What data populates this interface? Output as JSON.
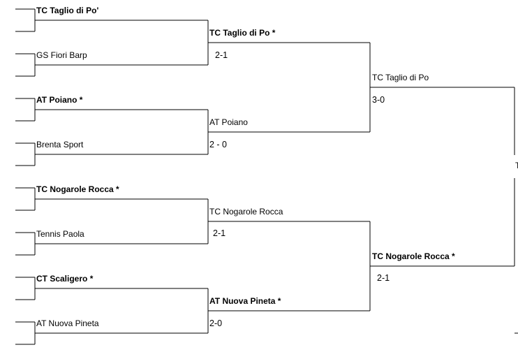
{
  "round1": [
    {
      "team": "TC Taglio di Po'",
      "bold": true
    },
    {
      "team": "GS Fiori Barp",
      "bold": false
    },
    {
      "team": "AT Poiano *",
      "bold": true
    },
    {
      "team": "Brenta Sport",
      "bold": false
    },
    {
      "team": "TC Nogarole Rocca *",
      "bold": true
    },
    {
      "team": "Tennis Paola",
      "bold": false
    },
    {
      "team": "CT Scaligero *",
      "bold": true
    },
    {
      "team": "AT Nuova Pineta",
      "bold": false
    }
  ],
  "round2": [
    {
      "team": "TC Taglio di Po *",
      "score": "2-1",
      "bold": true
    },
    {
      "team": "AT Poiano",
      "score": "2 - 0",
      "bold": false
    },
    {
      "team": "TC Nogarole Rocca",
      "score": "2-1",
      "bold": false
    },
    {
      "team": "AT Nuova Pineta *",
      "score": "2-0",
      "bold": true
    }
  ],
  "round3": [
    {
      "team": "TC Taglio di Po",
      "score": "3-0",
      "bold": false
    },
    {
      "team": "TC Nogarole Rocca *",
      "score": "2-1",
      "bold": true
    }
  ],
  "final": {
    "label": "T"
  }
}
